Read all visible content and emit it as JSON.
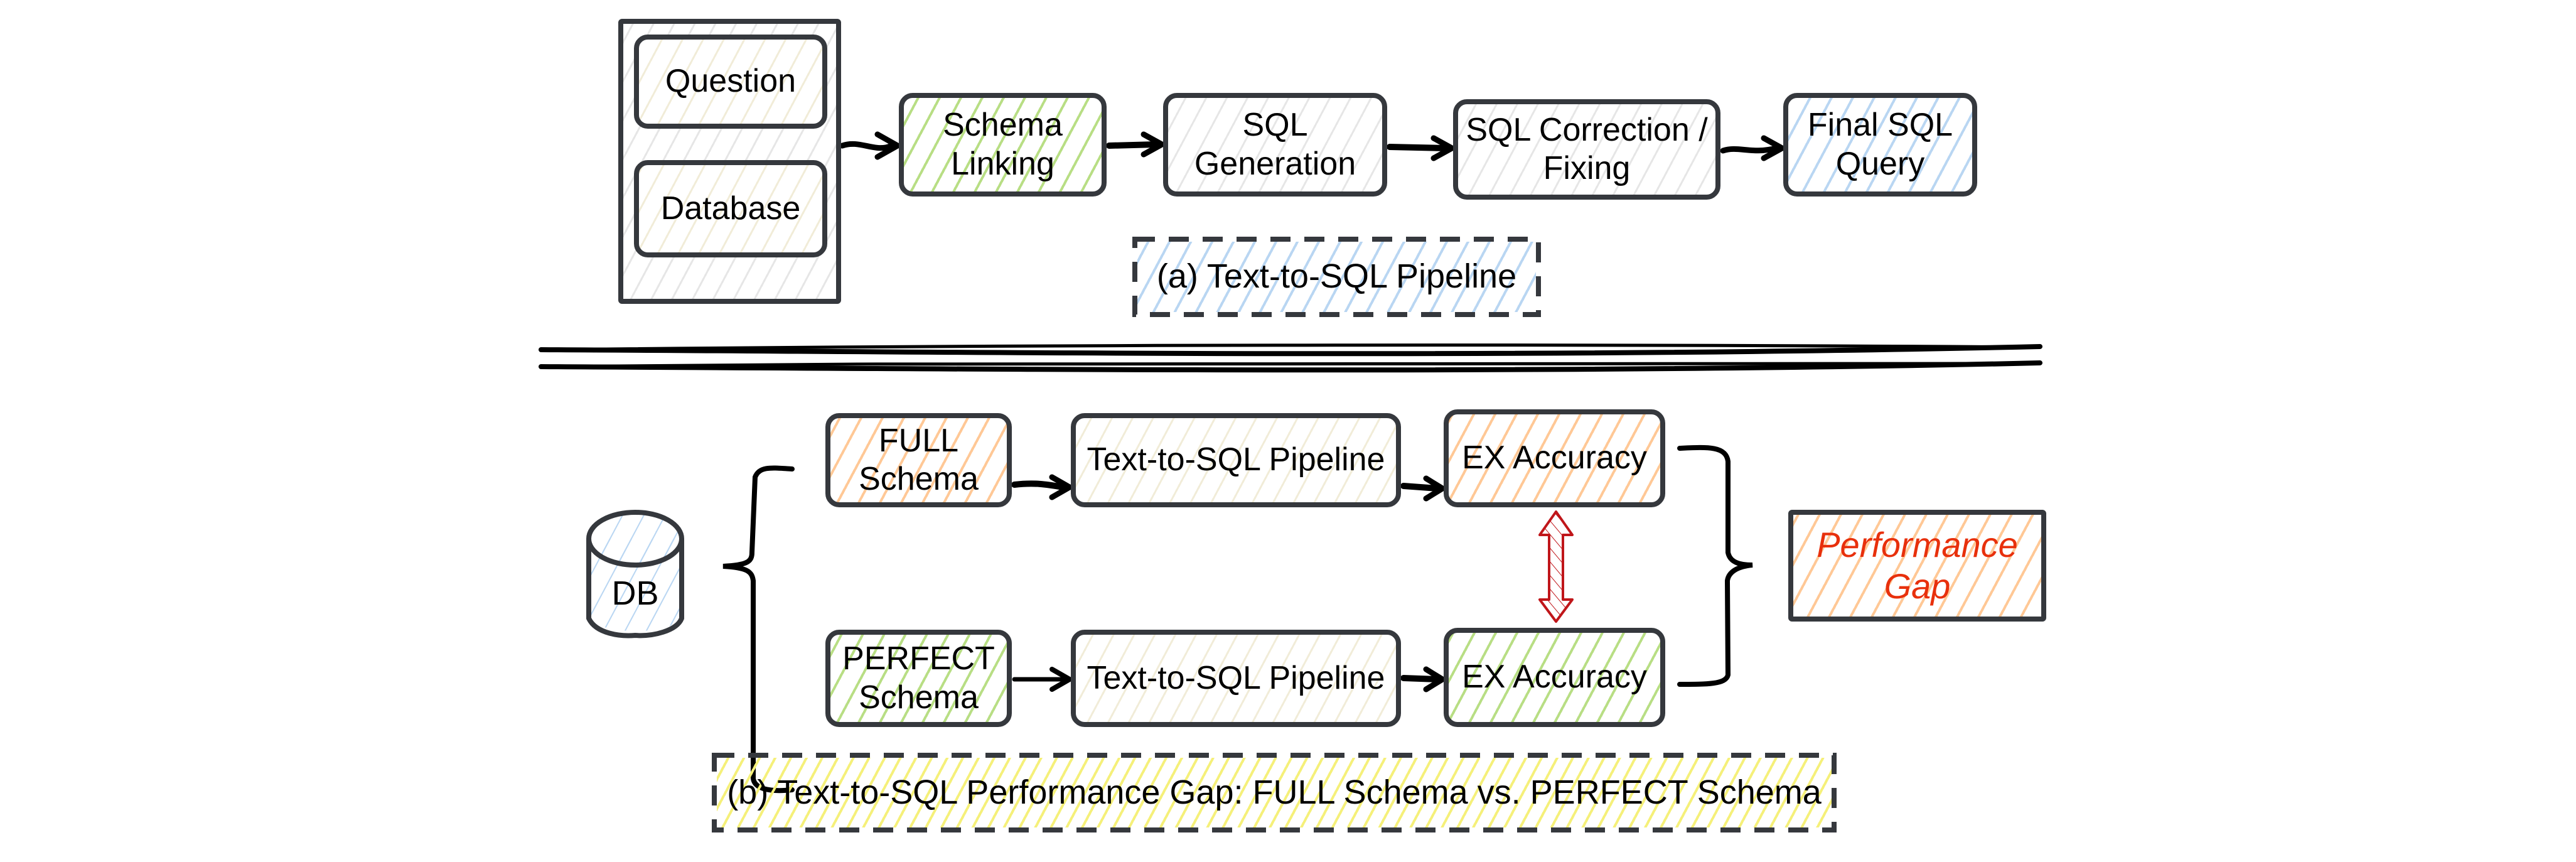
{
  "panel_a": {
    "input_group": {
      "items": [
        {
          "label": "Question"
        },
        {
          "label": "Database"
        }
      ]
    },
    "steps": [
      {
        "label": "Schema\nLinking",
        "fill": "#b8de84"
      },
      {
        "label": "SQL\nGeneration",
        "fill": "#c8c8c8"
      },
      {
        "label": "SQL Correction /\nFixing",
        "fill": "#c8c8c8"
      },
      {
        "label": "Final SQL\nQuery",
        "fill": "#b9d6f2"
      }
    ],
    "caption": "(a) Text-to-SQL Pipeline"
  },
  "panel_b": {
    "db_label": "DB",
    "rows": [
      {
        "schema_label": "FULL\nSchema",
        "schema_fill": "#ffc896",
        "pipeline_label": "Text-to-SQL Pipeline",
        "result_label": "EX Accuracy",
        "result_fill": "#ffc896"
      },
      {
        "schema_label": "PERFECT\nSchema",
        "schema_fill": "#b8de84",
        "pipeline_label": "Text-to-SQL Pipeline",
        "result_label": "EX Accuracy",
        "result_fill": "#b8de84"
      }
    ],
    "gap_label": "Performance\nGap",
    "gap_text_color": "#e8300c",
    "gap_arrow_color": "#c0161a",
    "caption": "(b) Text-to-SQL Performance Gap: FULL Schema vs. PERFECT Schema"
  },
  "colors": {
    "stroke": "#35383d",
    "arrow": "#000000"
  }
}
